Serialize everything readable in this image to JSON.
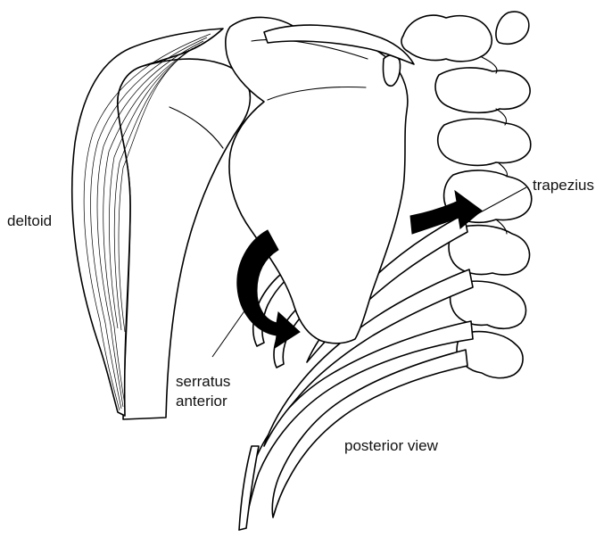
{
  "figure": {
    "labels": {
      "deltoid": "deltoid",
      "trapezius": "trapezius",
      "serratus_line1": "serratus",
      "serratus_line2": "anterior",
      "view": "posterior view"
    },
    "icons": [
      "trapezius-pull-arrow",
      "serratus-pull-arrow"
    ],
    "colors": {
      "ink": "#000000",
      "paper": "#ffffff"
    }
  }
}
